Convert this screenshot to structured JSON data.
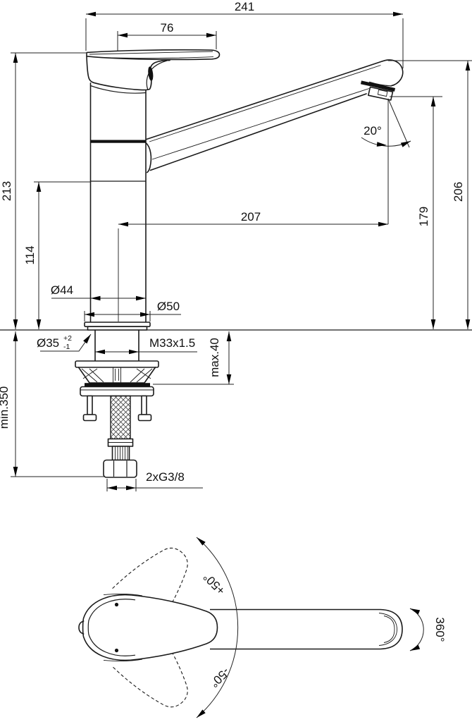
{
  "colors": {
    "line": "#1a1a1a",
    "dimension": "#222222",
    "background": "#ffffff"
  },
  "dims": {
    "overall_length": "241",
    "handle_length": "76",
    "total_height": "213",
    "underbody_height": "114",
    "spout_reach": "207",
    "outlet_height": "179",
    "spout_height": "206",
    "outlet_angle": "20°",
    "body_diameter": "Ø44",
    "base_diameter": "Ø50",
    "hole_diameter": "Ø35",
    "hole_tol_plus": "+2",
    "hole_tol_minus": "-1",
    "shank_thread": "M33x1.5",
    "max_deck": "max.40",
    "min_hose": "min.350",
    "supply_connection": "2xG3/8",
    "handle_swing_plus": "+50°",
    "handle_swing_minus": "-50°",
    "spout_swivel": "360°"
  }
}
